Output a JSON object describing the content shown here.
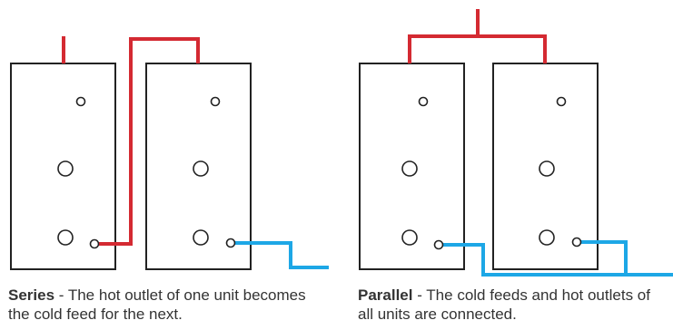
{
  "colors": {
    "hot_pipe": "#d42a32",
    "cold_pipe": "#1da7e6",
    "outline": "#222222",
    "text": "#333333"
  },
  "series": {
    "title": "Series",
    "description": " - The hot outlet of one unit becomes the cold feed for the next."
  },
  "parallel": {
    "title": "Parallel",
    "description": " - The cold feeds and hot outlets of all units are connected."
  }
}
